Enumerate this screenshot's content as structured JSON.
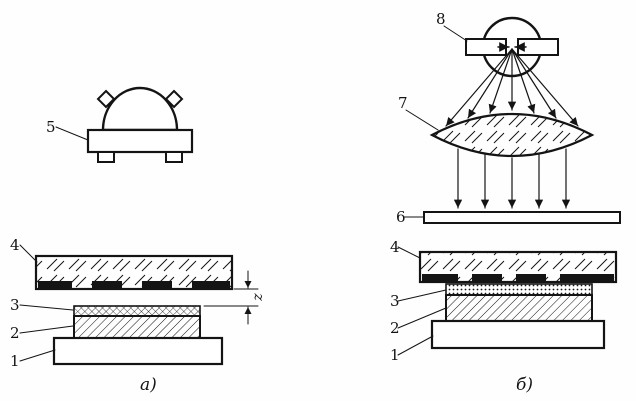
{
  "figure": {
    "background": "#fefefe",
    "ink": "#141414",
    "captions": {
      "left": "а)",
      "right": "б)"
    },
    "dimension_label": "z",
    "left_diagram": {
      "labels": {
        "lamp": "5",
        "photomask": "4",
        "photoresist": "3",
        "substrate": "2",
        "base": "1"
      }
    },
    "right_diagram": {
      "labels": {
        "source": "8",
        "lens": "7",
        "plate": "6",
        "photomask": "4",
        "photoresist": "3",
        "substrate": "2",
        "base": "1"
      }
    }
  }
}
